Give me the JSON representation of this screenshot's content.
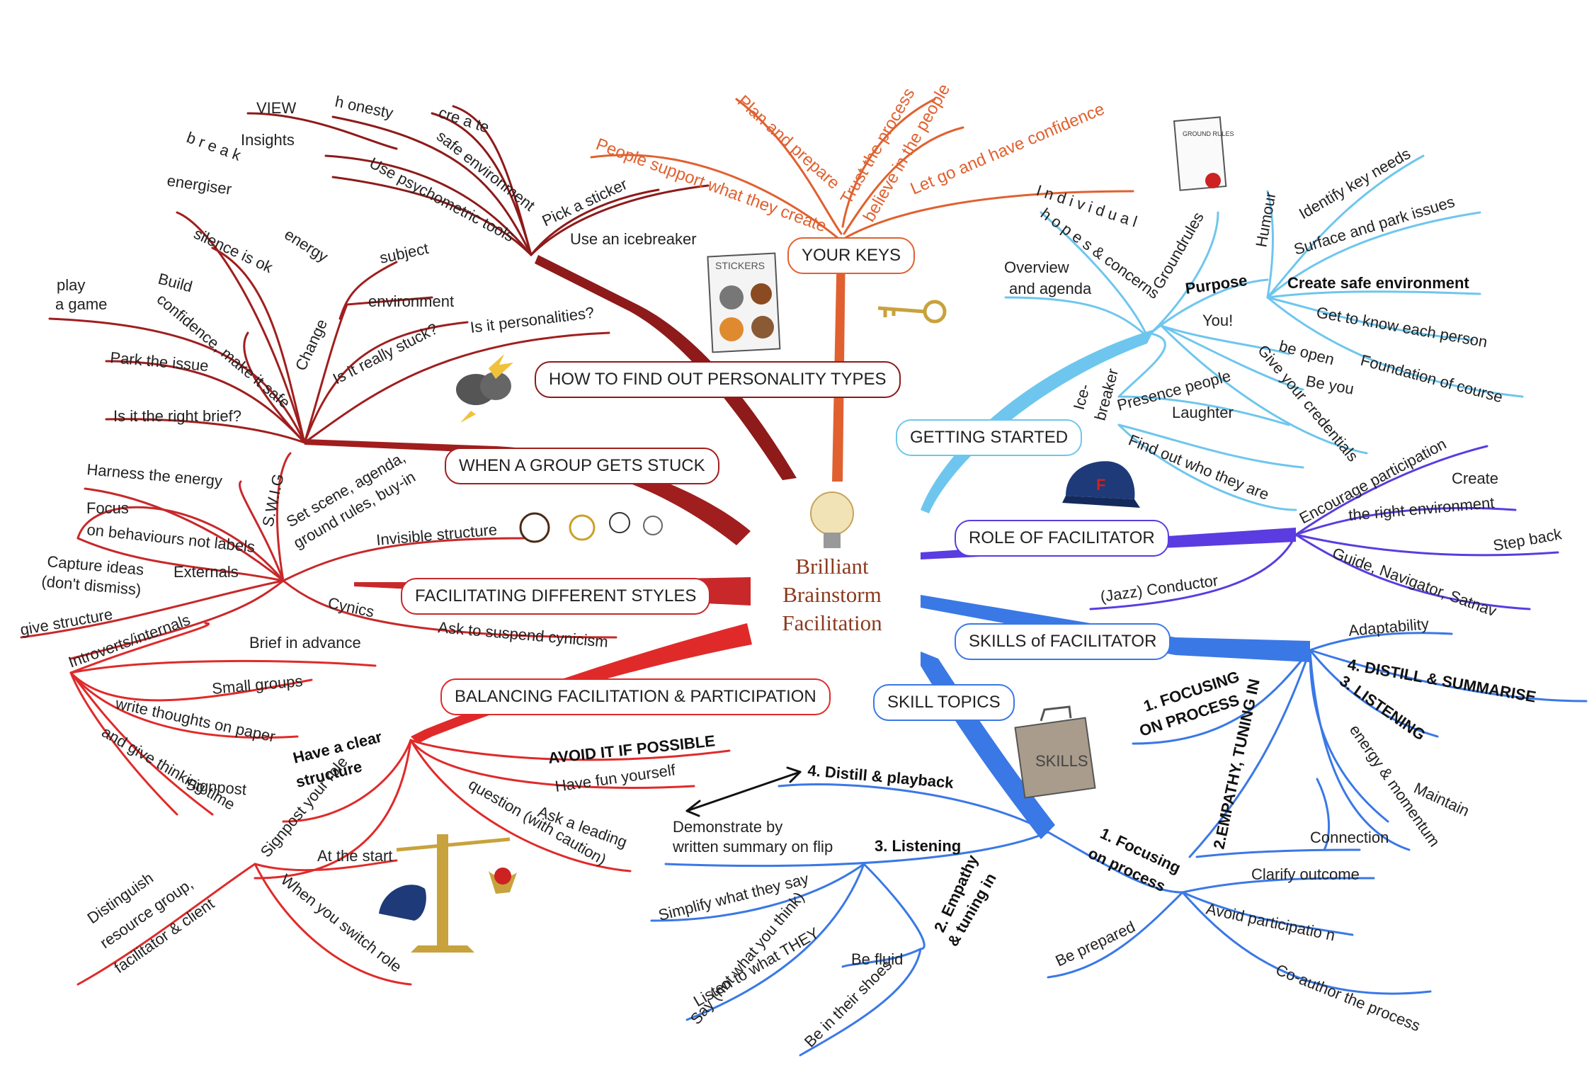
{
  "center": {
    "line1": "Brilliant",
    "line2": "Brainstorm",
    "line3": "Facilitation"
  },
  "branches": {
    "your_keys": "YOUR KEYS",
    "personality": "HOW TO FIND OUT PERSONALITY TYPES",
    "stuck": "WHEN A GROUP GETS STUCK",
    "styles": "FACILITATING DIFFERENT STYLES",
    "balancing": "BALANCING FACILITATION & PARTICIPATION",
    "getting_started": "GETTING STARTED",
    "role": "ROLE OF FACILITATOR",
    "skills": "SKILLS  of FACILITATOR",
    "skill_topics": "SKILL TOPICS"
  },
  "keys": {
    "k1": "People support what they create",
    "k2": "Plan and prepare",
    "k3": "Trust the process",
    "k4": "believe in the people",
    "k5": "Let go and have confidence"
  },
  "personality": {
    "view": "VIEW",
    "insights": "Insights",
    "honesty": "h onesty",
    "create": "cre a te",
    "safe_env": "safe environment",
    "psycho": "Use psychometric tools",
    "sticker": "Pick a sticker",
    "icebreaker": "Use an icebreaker"
  },
  "stuck": {
    "break": "b r e a k",
    "energiser": "energiser",
    "energy": "energy",
    "silence": "silence is ok",
    "build": "Build",
    "confidence": "confidence, make it safe",
    "play": "play",
    "a_game": "a game",
    "change": "Change",
    "subject": "subject",
    "environment": "environment",
    "really": "Is it really stuck?",
    "personalities": "Is it personalities?",
    "park": "Park the issue",
    "brief": "Is it the right brief?"
  },
  "styles": {
    "harness": "Harness the energy",
    "swig": "S.W.I.G",
    "focus1": "Focus",
    "focus2": "on behaviours not labels",
    "setscene1": "Set scene, agenda,",
    "setscene2": "ground rules, buy-in",
    "invisible": "Invisible structure",
    "capture1": "Capture ideas",
    "capture2": "(don't dismiss)",
    "externals": "Externals",
    "give": "give structure",
    "cynics": "Cynics",
    "suspend": "Ask to suspend cynicism",
    "introverts": "Introverts/internals"
  },
  "balancing": {
    "brief_adv": "Brief in advance",
    "small": "Small groups",
    "write": "write thoughts on paper",
    "signpost": "Signpost",
    "give_think": "and give thinking time",
    "clear1": "Have a clear",
    "clear2": "structure",
    "avoid": "AVOID IT IF POSSIBLE",
    "fun": "Have fun yourself",
    "ask": "Ask a leading",
    "question": "question (with caution)",
    "signpost_role": "Signpost your role",
    "start": "At the start",
    "switch": "When you switch role",
    "dist1": "Distinguish",
    "dist2": "resource group,",
    "dist3": "facilitator & client"
  },
  "getting": {
    "indiv": "I n d i v i d u a l",
    "hopes": "h o p e s & concerns",
    "groundrules": "Groundrules",
    "overview1": "Overview",
    "overview2": "and agenda",
    "purpose": "Purpose",
    "you": "You!",
    "humour": "Humour",
    "identify": "Identify key needs",
    "surface": "Surface and park issues",
    "csafe": "Create safe environment",
    "know": "Get to know each person",
    "beopen": "be open",
    "beyou": "Be you",
    "foundation": "Foundation of course",
    "credentials": "Give your credentials",
    "ice1": "Ice-",
    "ice2": "breaker",
    "presence": "Presence people",
    "laughter": "Laughter",
    "findout": "Find out who they are"
  },
  "role": {
    "encourage": "Encourage participation",
    "create1": "Create",
    "create2": "the right environment",
    "stepback": "Step back",
    "guide": "Guide, Navigator,  Satnav",
    "jazz": "(Jazz) Conductor"
  },
  "skills": {
    "adapt": "Adaptability",
    "distill": "4. DISTILL & SUMMARISE",
    "listening": "3. LISTENING",
    "focusing1": "1. FOCUSING",
    "focusing2": "ON PROCESS",
    "empathy": "2.EMPATHY, TUNING IN",
    "energy": "energy & momentum",
    "maintain": "Maintain",
    "connection": "Connection"
  },
  "topics": {
    "distill": "4. Distill & playback",
    "demo1": "Demonstrate by",
    "demo2": "written summary on flip",
    "listen": "3. Listening",
    "simplify": "Simplify what they say",
    "listen_to": "Listen to what THEY",
    "say": "Say (not what you think)",
    "emp1": "2. Empathy",
    "emp2": "& tuning in",
    "fluid": "Be fluid",
    "shoes": "Be in their shoes",
    "focus1": "1. Focusing",
    "focus2": "on process",
    "clarify": "Clarify outcome",
    "avoidp": "Avoid participatio n",
    "prepared": "Be prepared",
    "coauthor": "Co-author the process"
  },
  "doodles": {
    "stickers": "STICKERS",
    "ground": "GROUND RULES",
    "skills_case": "SKILLS"
  },
  "colors": {
    "dark_red": "#8e1a1a",
    "red": "#c8282a",
    "bright_red": "#e02a2a",
    "orange": "#e0612f",
    "light_blue": "#6ec6ee",
    "purple": "#5a3ce0",
    "blue": "#3a78e6"
  }
}
